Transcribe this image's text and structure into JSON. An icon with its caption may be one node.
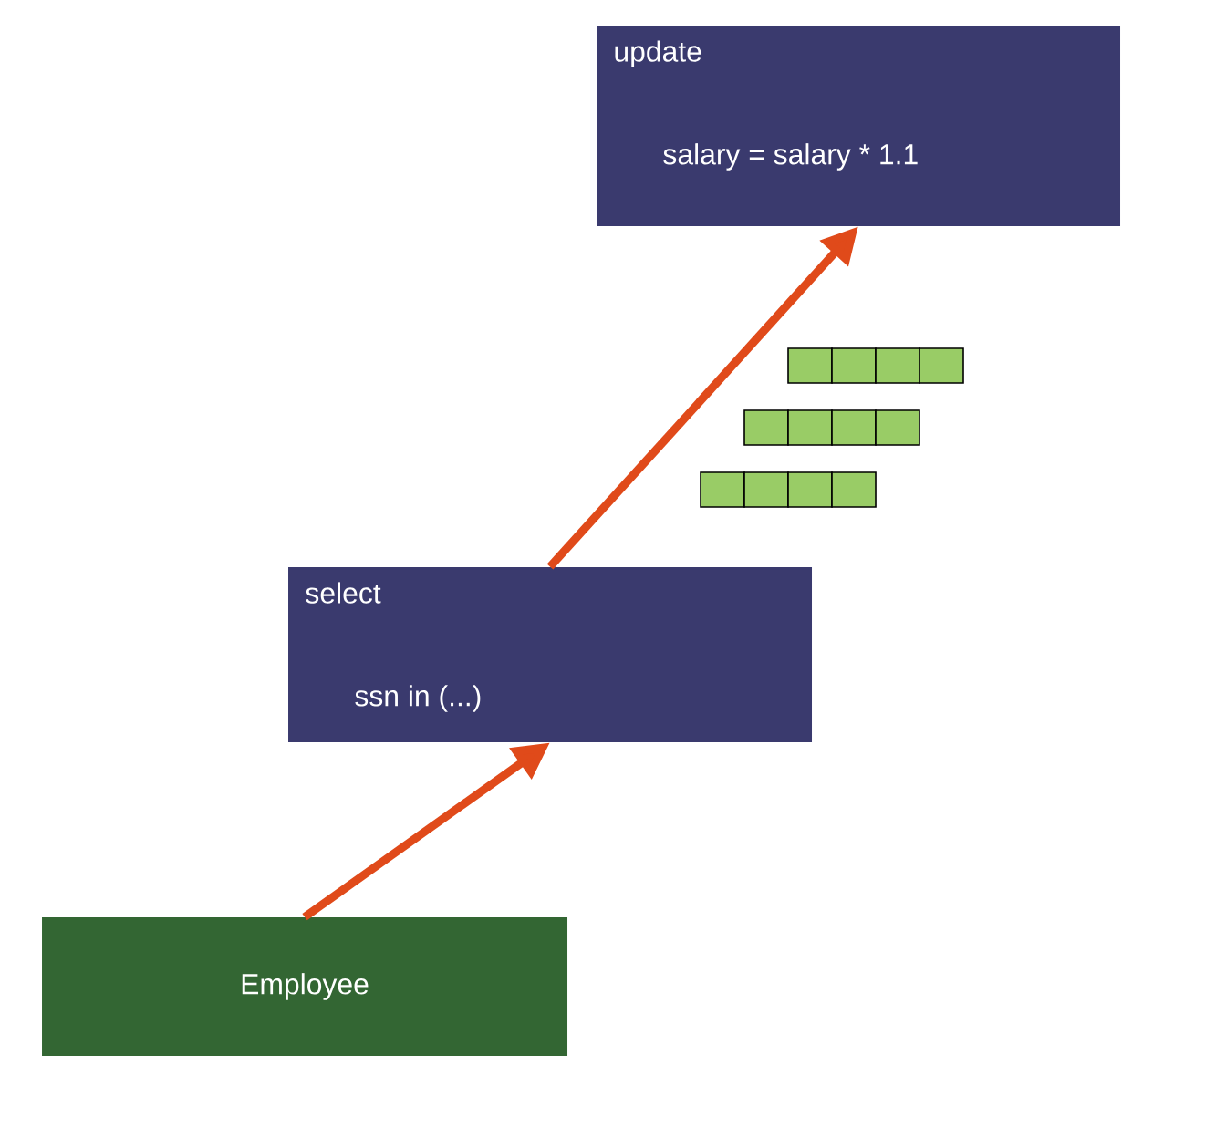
{
  "diagram": {
    "nodes": [
      {
        "text": [
          "update",
          "salary = salary * 1.1"
        ]
      },
      {
        "text": [
          "select",
          "ssn in (...)"
        ]
      },
      {
        "text": [
          "Employee"
        ]
      }
    ],
    "edges": [
      {
        "from": 2,
        "to": 1,
        "arrow": "to"
      },
      {
        "from": 1,
        "to": 0,
        "arrow": "to"
      }
    ]
  }
}
